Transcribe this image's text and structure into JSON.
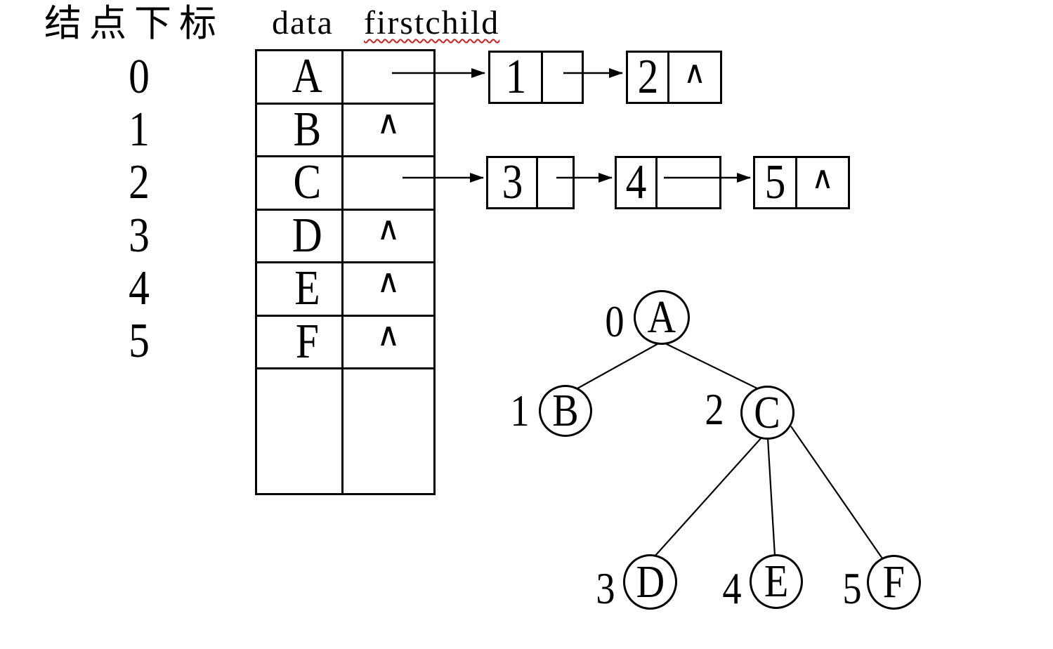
{
  "colors": {
    "ink": "#000000",
    "background": "#ffffff",
    "spellcheck_underline": "#cc2222"
  },
  "header": {
    "index_label": "结点下标",
    "data_label": "data",
    "firstchild_label": "firstchild"
  },
  "array_table": {
    "null_symbol": "∧",
    "rows": [
      {
        "index": "0",
        "data": "A",
        "firstchild": ""
      },
      {
        "index": "1",
        "data": "B",
        "firstchild": "∧"
      },
      {
        "index": "2",
        "data": "C",
        "firstchild": ""
      },
      {
        "index": "3",
        "data": "D",
        "firstchild": "∧"
      },
      {
        "index": "4",
        "data": "E",
        "firstchild": "∧"
      },
      {
        "index": "5",
        "data": "F",
        "firstchild": "∧"
      }
    ]
  },
  "child_lists": {
    "row0_list": [
      {
        "child_index": "1",
        "tail": ""
      },
      {
        "child_index": "2",
        "tail": "∧"
      }
    ],
    "row2_list": [
      {
        "child_index": "3",
        "tail": ""
      },
      {
        "child_index": "4",
        "tail": ""
      },
      {
        "child_index": "5",
        "tail": "∧"
      }
    ]
  },
  "tree": {
    "nodes": [
      {
        "label": "0",
        "value": "A"
      },
      {
        "label": "1",
        "value": "B"
      },
      {
        "label": "2",
        "value": "C"
      },
      {
        "label": "3",
        "value": "D"
      },
      {
        "label": "4",
        "value": "E"
      },
      {
        "label": "5",
        "value": "F"
      }
    ],
    "edges": [
      "A-B",
      "A-C",
      "C-D",
      "C-E",
      "C-F"
    ]
  }
}
